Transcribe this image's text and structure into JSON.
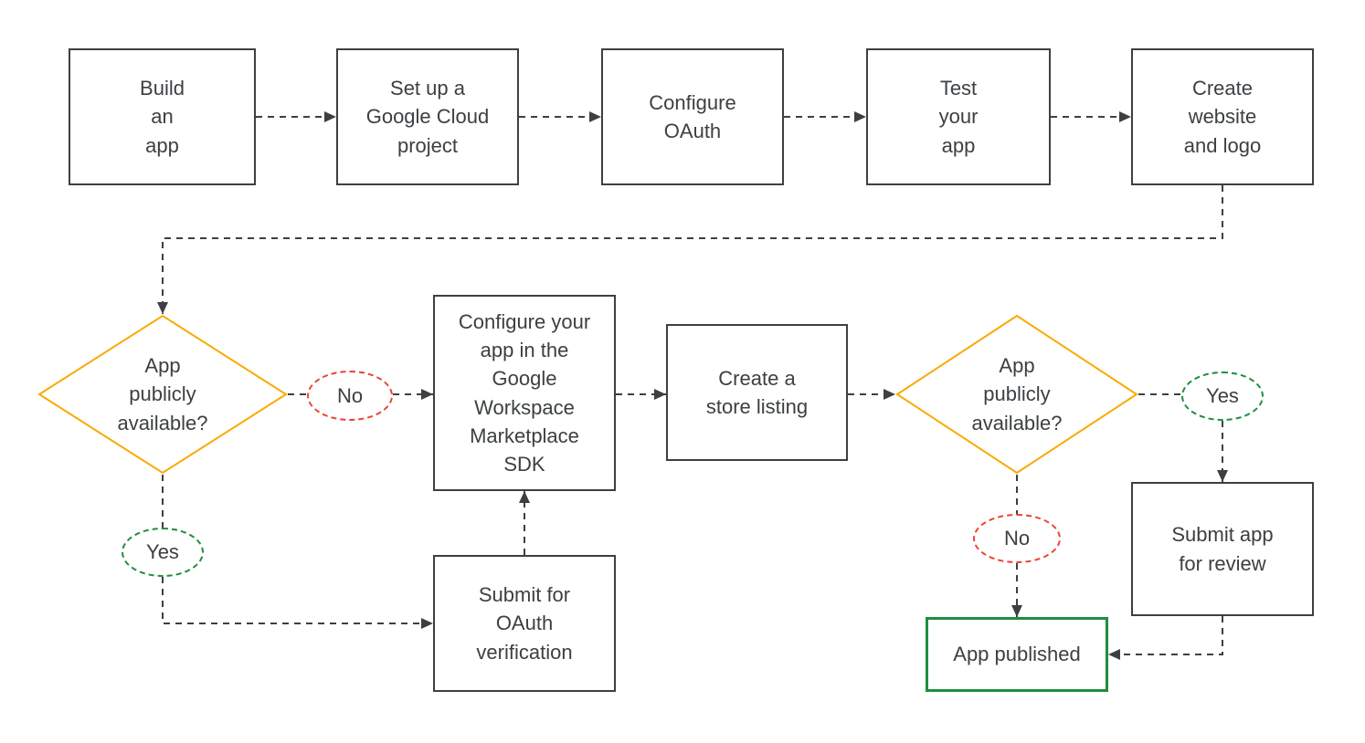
{
  "diagram": {
    "colors": {
      "ink": "#3c4043",
      "accent_yellow": "#f9ab00",
      "red": "#ea4335",
      "green": "#1e8e3e"
    },
    "nodes": {
      "build_app": {
        "type": "process",
        "label": "Build\nan\napp"
      },
      "setup_project": {
        "type": "process",
        "label": "Set up a\nGoogle Cloud\nproject"
      },
      "configure_oauth": {
        "type": "process",
        "label": "Configure\nOAuth"
      },
      "test_app": {
        "type": "process",
        "label": "Test\nyour\napp"
      },
      "create_website": {
        "type": "process",
        "label": "Create\nwebsite\nand logo"
      },
      "decision_public_1": {
        "type": "decision",
        "label": "App\npublicly\navailable?"
      },
      "no_1": {
        "type": "connector-label",
        "label": "No"
      },
      "sdk_config": {
        "type": "process",
        "label": "Configure your\napp in the\nGoogle\nWorkspace\nMarketplace\nSDK"
      },
      "store_listing": {
        "type": "process",
        "label": "Create a\nstore listing"
      },
      "decision_public_2": {
        "type": "decision",
        "label": "App\npublicly\navailable?"
      },
      "yes_2": {
        "type": "connector-label",
        "label": "Yes"
      },
      "submit_review": {
        "type": "process",
        "label": "Submit app\nfor review"
      },
      "no_2": {
        "type": "connector-label",
        "label": "No"
      },
      "app_published": {
        "type": "terminal",
        "label": "App published"
      },
      "yes_1": {
        "type": "connector-label",
        "label": "Yes"
      },
      "submit_oauth": {
        "type": "process",
        "label": "Submit for\nOAuth\nverification"
      }
    }
  }
}
